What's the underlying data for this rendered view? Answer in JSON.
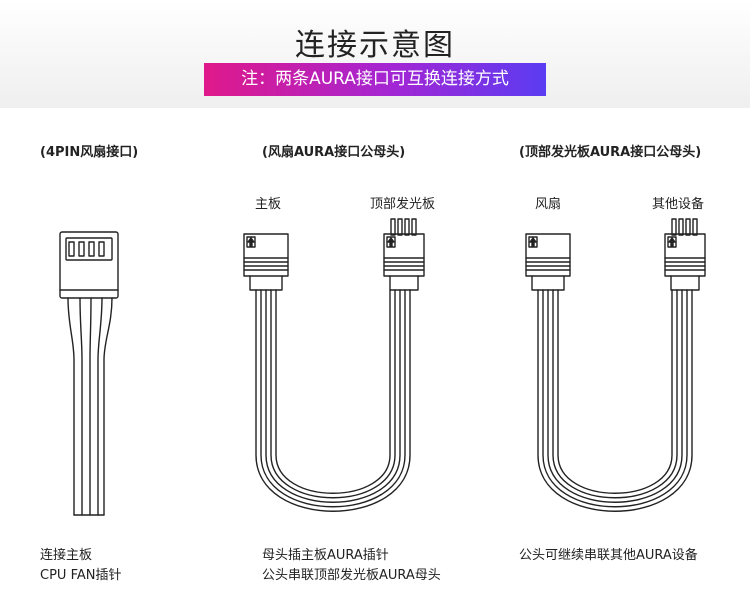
{
  "header": {
    "title": "连接示意图",
    "note": "注：两条AURA接口可互换连接方式"
  },
  "sections": [
    {
      "title": "(4PIN风扇接口)",
      "captions": [
        "连接主板",
        "CPU FAN插针"
      ]
    },
    {
      "title": "(风扇AURA接口公母头)",
      "left_end": "主板",
      "right_end": "顶部发光板",
      "captions": [
        "母头插主板AURA插针",
        "公头串联顶部发光板AURA母头"
      ]
    },
    {
      "title": "(顶部发光板AURA接口公母头)",
      "left_end": "风扇",
      "right_end": "其他设备",
      "captions": [
        "公头可继续串联其他AURA设备"
      ]
    }
  ],
  "colors": {
    "banner_start": "#e0198a",
    "banner_end": "#5b3cf2",
    "line": "#222222"
  }
}
